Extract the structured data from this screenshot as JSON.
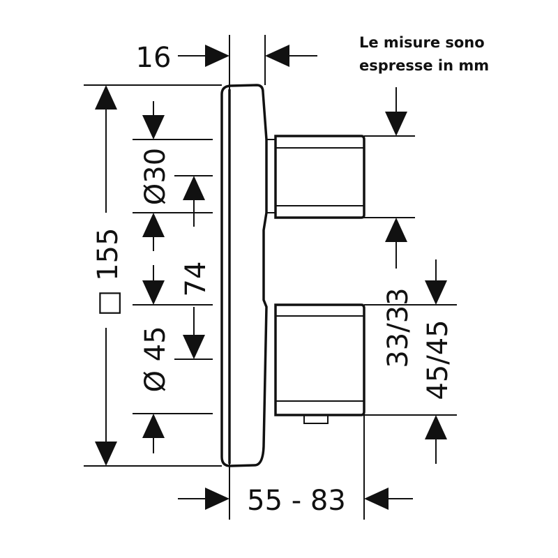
{
  "note": {
    "line1": "Le misure sono",
    "line2": "espresse in mm"
  },
  "dimensions": {
    "depth_plate": "16",
    "plate_size": "□ 155",
    "knob_upper_diameter": "Ø30",
    "knob_spacing": "74",
    "knob_lower_diameter": "Ø 45",
    "knob_upper_length": "33/33",
    "knob_lower_length": "45/45",
    "installation_depth": "55 - 83"
  }
}
